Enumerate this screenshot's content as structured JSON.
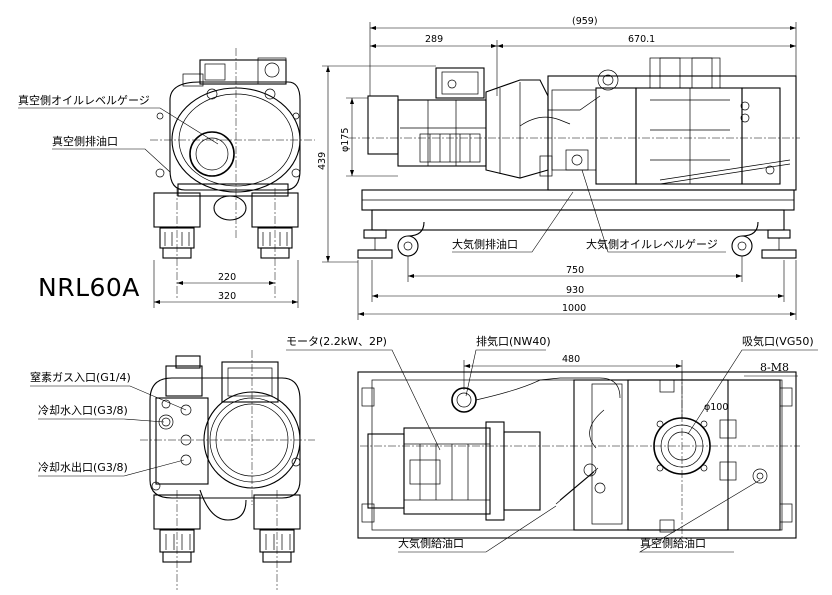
{
  "model": "NRL60A",
  "dimensions": {
    "overall_length_paren": "(959)",
    "motor_section": "289",
    "pump_section": "670.1",
    "height": "439",
    "motor_diameter": "φ175",
    "front_inner_width": "220",
    "front_outer_width": "320",
    "wheel_span": "750",
    "base_length": "930",
    "total_length": "1000",
    "pump_outlet_offset": "480",
    "inlet_diameter": "φ100",
    "mounting_bolts": "8-M8"
  },
  "labels": {
    "vacuum_oil_level_gauge": "真空側オイルレベルゲージ",
    "vacuum_oil_drain": "真空側排油口",
    "atm_oil_drain": "大気側排油口",
    "atm_oil_level_gauge": "大気側オイルレベルゲージ",
    "nitrogen_gas_inlet": "窒素ガス入口(G1/4)",
    "cooling_water_inlet": "冷却水入口(G3/8)",
    "cooling_water_outlet": "冷却水出口(G3/8)",
    "motor": "モータ(2.2kW、2P)",
    "exhaust_port": "排気口(NW40)",
    "intake_port": "吸気口(VG50)",
    "atm_oil_fill": "大気側給油口",
    "vacuum_oil_fill": "真空側給油口"
  }
}
